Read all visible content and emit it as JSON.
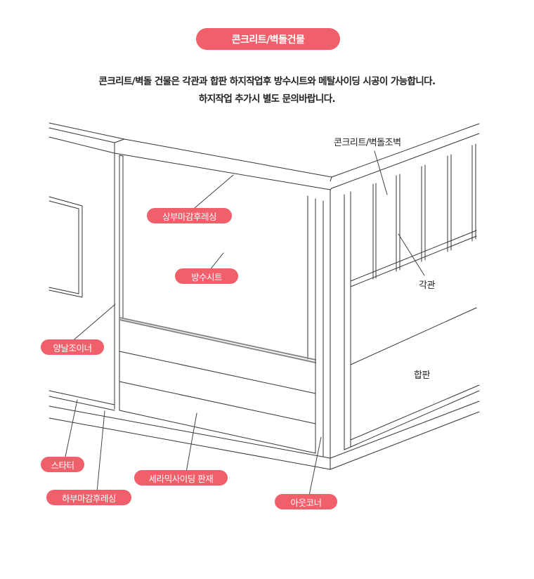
{
  "header": {
    "title": "콘크리트/벽돌건물",
    "accent_color": "#f0606a"
  },
  "description": {
    "line1": "콘크리트/벽돌 건물은 각관과 합판 하지작업후 방수시트와 메탈사이딩 시공이 가능합니다.",
    "line2": "하지작업 추가시 별도 문의바랍니다."
  },
  "labels": {
    "upper_finish": "상부마감후레싱",
    "waterproof_sheet": "방수시트",
    "bi_joiner": "양날조이너",
    "starter": "스타터",
    "lower_finish": "하부마감후레싱",
    "ceramic_panel": "세라믹사이딩 판재",
    "out_corner": "아웃코너",
    "concrete_wall": "콘크리트/벽돌조벽",
    "square_pipe": "각관",
    "plywood": "합판"
  }
}
